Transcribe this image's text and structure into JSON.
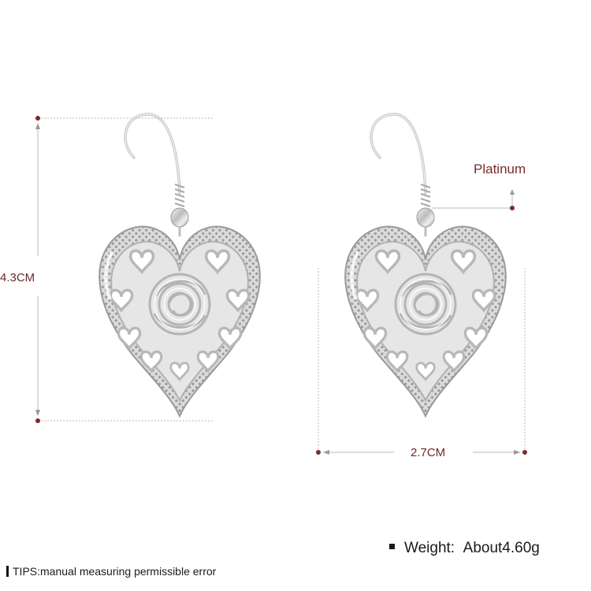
{
  "product": {
    "name": "heart filigree drop earrings",
    "icon": "heart-earring-icon",
    "colors": {
      "metal": "#d9d9d9",
      "annotation": "#7a2b2b",
      "dim_line": "#b0b0b0"
    }
  },
  "dimensions": {
    "height": "4.3CM",
    "width": "2.7CM"
  },
  "material": "Platinum",
  "weight": {
    "label": "Weight:",
    "value": "About4.60g"
  },
  "tips": "TIPS:manual measuring permissible error"
}
